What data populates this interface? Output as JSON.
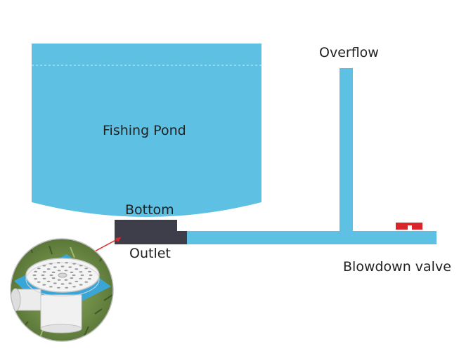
{
  "labels": {
    "pond": "Fishing Pond",
    "overflow": "Overflow",
    "bottom": "Bottom",
    "outlet": "Outlet",
    "valve": "Blowdown valve"
  },
  "colors": {
    "water": "#5ec0e3",
    "dashed_line": "#d6eef8",
    "outlet_block": "#3d3e4a",
    "valve": "#d9262a",
    "pointer": "#e0262a",
    "text": "#222222",
    "grass": "#6d8a45",
    "drain_plate": "#f4f4f4",
    "membrane": "#3aa6d8"
  },
  "inset": {
    "subject": "bottom-drain-photo",
    "grate_icon": "drain-grate-icon"
  }
}
